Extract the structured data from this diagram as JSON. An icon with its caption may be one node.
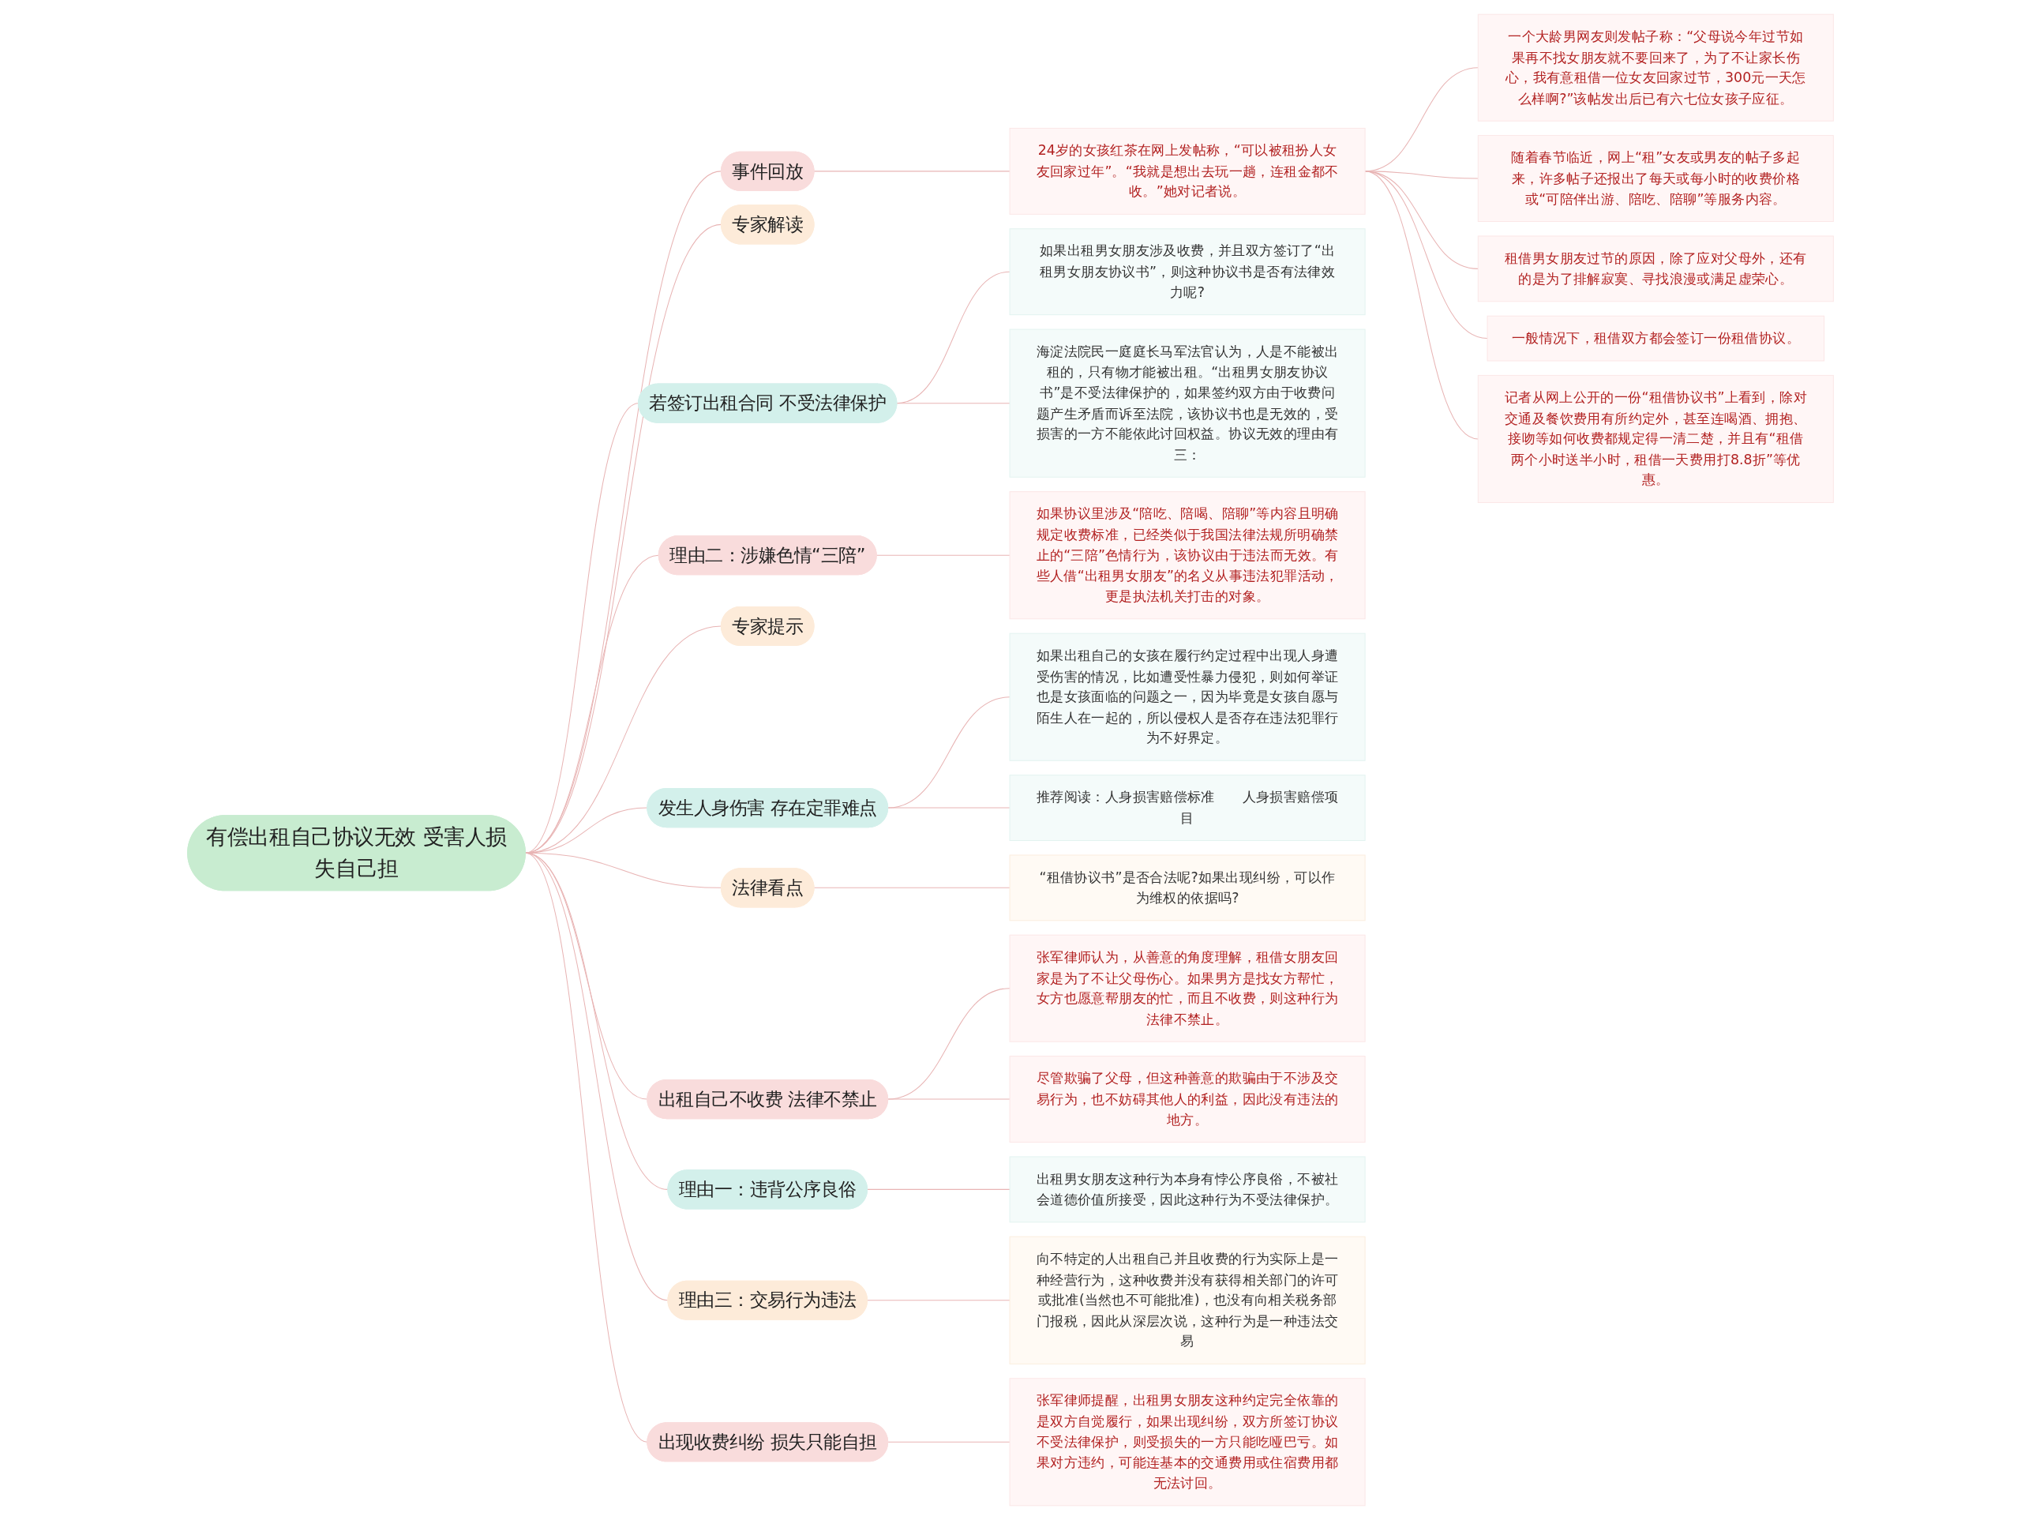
{
  "diagram": {
    "nodes": [
      {
        "text": [
          "有偿出租自己协议无效 受害人损失自己担"
        ]
      },
      {
        "text": [
          "事件回放"
        ]
      },
      {
        "text": [
          "24岁的女孩红茶在网上发帖称，“可以被租扮人女友回家过年”。“我就是想出去玩一趟，连租金都不收。”她对记者说。"
        ]
      },
      {
        "text": [
          "一个大龄男网友则发帖子称：“父母说今年过节如果再不找女朋友就不要回来了，为了不让家长伤心，我有意租借一位女友回家过节，300元一天怎么样啊?”该帖发出后已有六七位女孩子应征。"
        ]
      },
      {
        "text": [
          "随着春节临近，网上“租”女友或男友的帖子多起来，许多帖子还报出了每天或每小时的收费价格或“可陪伴出游、陪吃、陪聊”等服务内容。"
        ]
      },
      {
        "text": [
          "租借男女朋友过节的原因，除了应对父母外，还有的是为了排解寂寞、寻找浪漫或满足虚荣心。"
        ]
      },
      {
        "text": [
          "一般情况下，租借双方都会签订一份租借协议。"
        ]
      },
      {
        "text": [
          "记者从网上公开的一份“租借协议书”上看到，除对交通及餐饮费用有所约定外，甚至连喝酒、拥抱、接吻等如何收费都规定得一清二楚，并且有“租借两个小时送半小时，租借一天费用打8.8折”等优惠。"
        ]
      },
      {
        "text": [
          "专家解读"
        ]
      },
      {
        "text": [
          "若签订出租合同 不受法律保护"
        ]
      },
      {
        "text": [
          "如果出租男女朋友涉及收费，并且双方签订了“出租男女朋友协议书”，则这种协议书是否有法律效力呢?"
        ]
      },
      {
        "text": [
          "海淀法院民一庭庭长马军法官认为，人是不能被出租的，只有物才能被出租。“出租男女朋友协议书”是不受法律保护的，如果签约双方由于收费问题产生矛盾而诉至法院，该协议书也是无效的，受损害的一方不能依此讨回权益。协议无效的理由有三："
        ]
      },
      {
        "text": [
          "理由二：涉嫌色情“三陪”"
        ]
      },
      {
        "text": [
          "如果协议里涉及“陪吃、陪喝、陪聊”等内容且明确规定收费标准，已经类似于我国法律法规所明确禁止的“三陪”色情行为，该协议由于违法而无效。有些人借“出租男女朋友”的名义从事违法犯罪活动，更是执法机关打击的对象。"
        ]
      },
      {
        "text": [
          "专家提示"
        ]
      },
      {
        "text": [
          "发生人身伤害 存在定罪难点"
        ]
      },
      {
        "text": [
          "如果出租自己的女孩在履行约定过程中出现人身遭受伤害的情况，比如遭受性暴力侵犯，则如何举证也是女孩面临的问题之一，因为毕竟是女孩自愿与陌生人在一起的，所以侵权人是否存在违法犯罪行为不好界定。"
        ]
      },
      {
        "text": [
          "推荐阅读：人身损害赔偿标准　　人身损害赔偿项目"
        ]
      },
      {
        "text": [
          "法律看点"
        ]
      },
      {
        "text": [
          "“租借协议书”是否合法呢?如果出现纠纷，可以作为维权的依据吗?"
        ]
      },
      {
        "text": [
          "出租自己不收费 法律不禁止"
        ]
      },
      {
        "text": [
          "张军律师认为，从善意的角度理解，租借女朋友回家是为了不让父母伤心。如果男方是找女方帮忙，女方也愿意帮朋友的忙，而且不收费，则这种行为法律不禁止。"
        ]
      },
      {
        "text": [
          "尽管欺骗了父母，但这种善意的欺骗由于不涉及交易行为，也不妨碍其他人的利益，因此没有违法的地方。"
        ]
      },
      {
        "text": [
          "理由一：违背公序良俗"
        ]
      },
      {
        "text": [
          "出租男女朋友这种行为本身有悖公序良俗，不被社会道德价值所接受，因此这种行为不受法律保护。"
        ]
      },
      {
        "text": [
          "理由三：交易行为违法"
        ]
      },
      {
        "text": [
          "向不特定的人出租自己并且收费的行为实际上是一种经营行为，这种收费并没有获得相关部门的许可或批准(当然也不可能批准)，也没有向相关税务部门报税，因此从深层次说，这种行为是一种违法交易"
        ]
      },
      {
        "text": [
          "出现收费纠纷 损失只能自担"
        ]
      },
      {
        "text": [
          "张军律师提醒，出租男女朋友这种约定完全依靠的是双方自觉履行，如果出现纠纷，双方所签订协议不受法律保护，则受损失的一方只能吃哑巴亏。如果对方违约，可能连基本的交通费用或住宿费用都无法讨回。"
        ]
      }
    ],
    "edges": [
      {
        "from": 0,
        "to": 1,
        "arrow": "none"
      },
      {
        "from": 1,
        "to": 2,
        "arrow": "none"
      },
      {
        "from": 2,
        "to": 3,
        "arrow": "none"
      },
      {
        "from": 2,
        "to": 4,
        "arrow": "none"
      },
      {
        "from": 2,
        "to": 5,
        "arrow": "none"
      },
      {
        "from": 2,
        "to": 6,
        "arrow": "none"
      },
      {
        "from": 2,
        "to": 7,
        "arrow": "none"
      },
      {
        "from": 0,
        "to": 8,
        "arrow": "none"
      },
      {
        "from": 0,
        "to": 9,
        "arrow": "none"
      },
      {
        "from": 9,
        "to": 10,
        "arrow": "none"
      },
      {
        "from": 9,
        "to": 11,
        "arrow": "none"
      },
      {
        "from": 0,
        "to": 12,
        "arrow": "none"
      },
      {
        "from": 12,
        "to": 13,
        "arrow": "none"
      },
      {
        "from": 0,
        "to": 14,
        "arrow": "none"
      },
      {
        "from": 0,
        "to": 15,
        "arrow": "none"
      },
      {
        "from": 15,
        "to": 16,
        "arrow": "none"
      },
      {
        "from": 15,
        "to": 17,
        "arrow": "none"
      },
      {
        "from": 0,
        "to": 18,
        "arrow": "none"
      },
      {
        "from": 18,
        "to": 19,
        "arrow": "none"
      },
      {
        "from": 0,
        "to": 20,
        "arrow": "none"
      },
      {
        "from": 20,
        "to": 21,
        "arrow": "none"
      },
      {
        "from": 20,
        "to": 22,
        "arrow": "none"
      },
      {
        "from": 0,
        "to": 23,
        "arrow": "none"
      },
      {
        "from": 23,
        "to": 24,
        "arrow": "none"
      },
      {
        "from": 0,
        "to": 25,
        "arrow": "none"
      },
      {
        "from": 25,
        "to": 26,
        "arrow": "none"
      },
      {
        "from": 0,
        "to": 27,
        "arrow": "none"
      },
      {
        "from": 27,
        "to": 28,
        "arrow": "none"
      }
    ]
  }
}
